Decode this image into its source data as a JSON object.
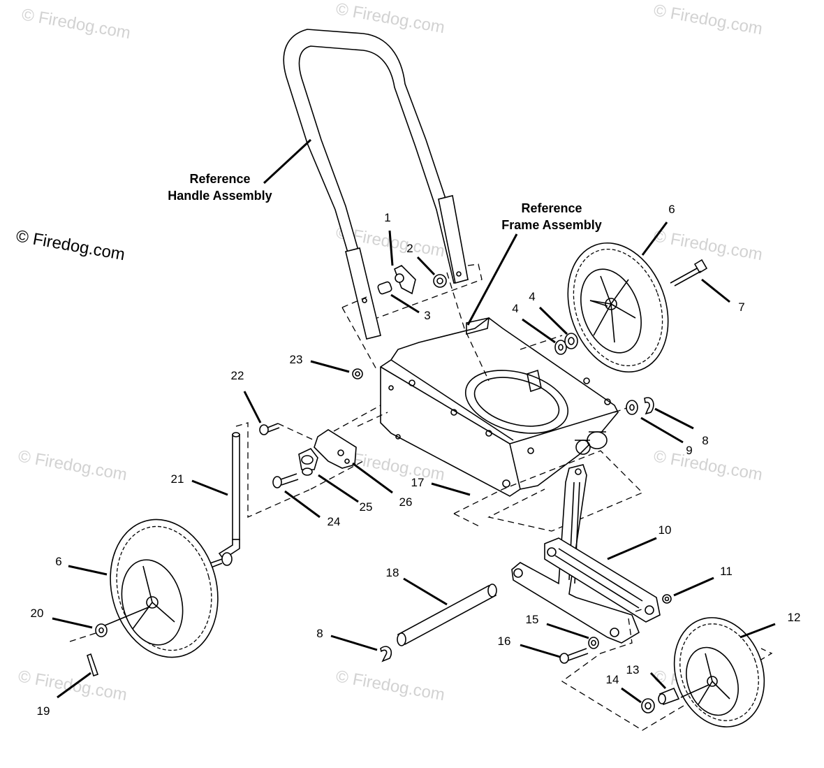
{
  "watermark": {
    "text": "© Firedog.com"
  },
  "copyright": {
    "text": "© Firedog.com"
  },
  "references": {
    "handle": {
      "line1": "Reference",
      "line2": "Handle Assembly"
    },
    "frame": {
      "line1": "Reference",
      "line2": "Frame Assembly"
    }
  },
  "parts": {
    "p1": "1",
    "p2": "2",
    "p3": "3",
    "p4a": "4",
    "p4b": "4",
    "p6a": "6",
    "p6b": "6",
    "p7": "7",
    "p8a": "8",
    "p8b": "8",
    "p9": "9",
    "p10": "10",
    "p11": "11",
    "p12": "12",
    "p13": "13",
    "p14": "14",
    "p15": "15",
    "p16": "16",
    "p17": "17",
    "p18": "18",
    "p19": "19",
    "p20": "20",
    "p21": "21",
    "p22": "22",
    "p23": "23",
    "p24": "24",
    "p25": "25",
    "p26": "26"
  }
}
